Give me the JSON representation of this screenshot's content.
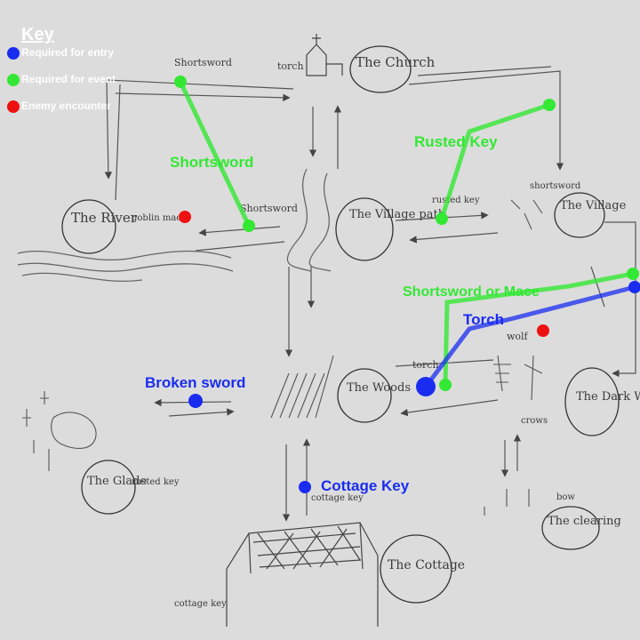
{
  "legend": {
    "title": "Key",
    "items": [
      {
        "label": "Required for entry",
        "color": "#1a2cf0"
      },
      {
        "label": "Required for event",
        "color": "#33e833"
      },
      {
        "label": "Enemy encounter",
        "color": "#ee1111"
      }
    ]
  },
  "locations": {
    "church": "The Church",
    "river": "The River",
    "village_path": "The Village path",
    "village": "The Village",
    "woods": "The Woods",
    "dark_woods": "The Dark Woods",
    "glade": "The Glade",
    "cottage": "The Cottage",
    "clearing": "The clearing"
  },
  "sketch_notes": {
    "shortsword_top": "Shortsword",
    "torch_top": "torch",
    "shortsword_river": "Shortsword",
    "goblin_mace": "goblin mace",
    "rusted_key_path": "rusted key",
    "shortsword_village": "shortsword",
    "torch_woods": "torch",
    "wolf": "wolf",
    "crows": "crows",
    "rusted_key_glade": "rusted key",
    "cottage_key_sketch": "cottage key",
    "cottage_key_bottom": "cottage key",
    "bow": "bow"
  },
  "annotations": {
    "shortsword": "Shortsword",
    "rusted_key": "Rusted Key",
    "shortsword_or_mace": "Shortsword or Mace",
    "torch": "Torch",
    "broken_sword": "Broken sword",
    "cottage_key": "Cottage Key"
  },
  "colors": {
    "entry": "#1a2cf0",
    "event": "#33e833",
    "enemy": "#ee1111",
    "pencil": "#3a3a3a",
    "paper": "#dcdcdc"
  }
}
